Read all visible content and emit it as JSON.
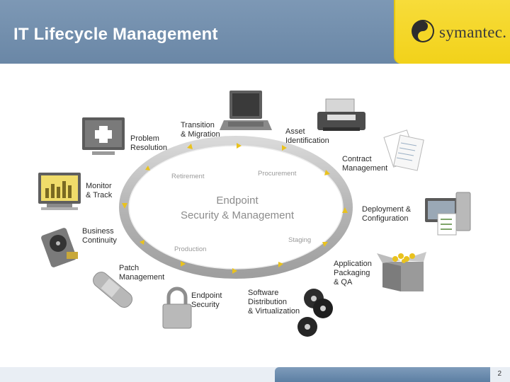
{
  "header": {
    "title": "IT Lifecycle Management",
    "logo_text": "symantec."
  },
  "diagram": {
    "center": "Endpoint\nSecurity & Management",
    "ring_labels": {
      "retirement": "Retirement",
      "procurement": "Procurement",
      "staging": "Staging",
      "production": "Production"
    },
    "stages": {
      "transition": "Transition\n& Migration",
      "asset": "Asset\nIdentification",
      "contract": "Contract\nManagement",
      "deployment": "Deployment &\nConfiguration",
      "packaging": "Application\nPackaging\n& QA",
      "distribution": "Software\nDistribution\n& Virtualization",
      "endpoint": "Endpoint\nSecurity",
      "patch": "Patch\nManagement",
      "continuity": "Business\nContinuity",
      "monitor": "Monitor\n& Track",
      "problem": "Problem\nResolution"
    }
  },
  "footer": {
    "page_number": "2"
  },
  "colors": {
    "header_bg": "#6f8cab",
    "logo_bg": "#f4d626",
    "ring": "#b7b7b7",
    "arrow": "#e9c21e"
  }
}
